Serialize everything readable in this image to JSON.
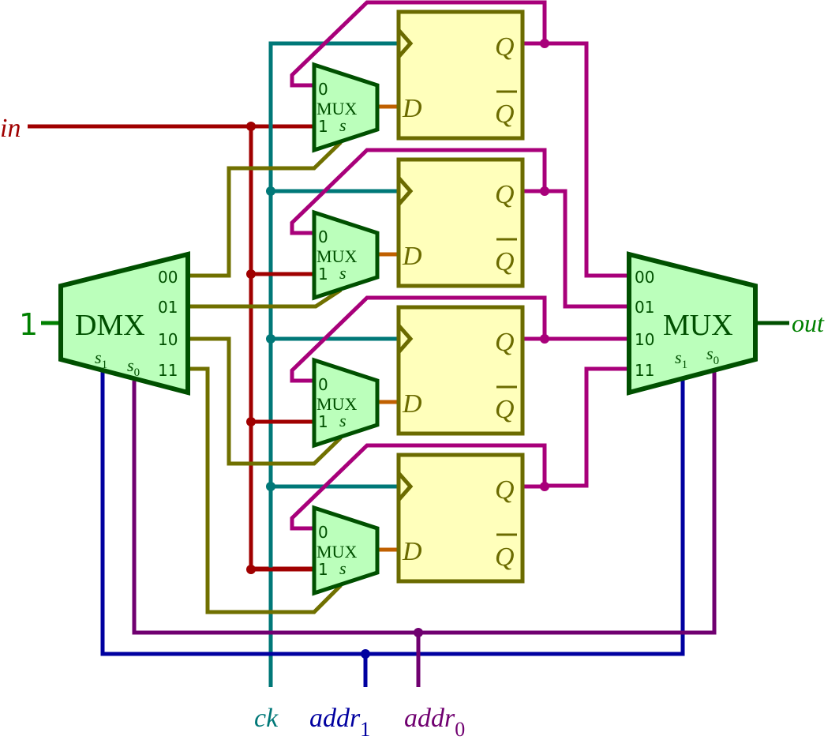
{
  "colors": {
    "in": "#a00000",
    "ck": "#007878",
    "feedback": "#a8007a",
    "select": "#707000",
    "addr1": "#0000a0",
    "addr0": "#700070",
    "mux_to_d": "#c06000",
    "block_stroke": "#005000",
    "block_fill": "#bbffbb",
    "ff_fill": "#ffffbb",
    "ff_stroke": "#6b6b00",
    "const_one": "#008000"
  },
  "inputs": {
    "in": "in",
    "one": "1",
    "ck": "ck",
    "addr1": "addr",
    "addr1_sub": "1",
    "addr0": "addr",
    "addr0_sub": "0"
  },
  "output": {
    "out": "out"
  },
  "demux": {
    "label": "DMX",
    "outputs": [
      "00",
      "01",
      "10",
      "11"
    ],
    "s1": "s",
    "s1_sub": "1",
    "s0": "s",
    "s0_sub": "0"
  },
  "mux": {
    "label": "MUX",
    "inputs": [
      "00",
      "01",
      "10",
      "11"
    ],
    "s1": "s",
    "s1_sub": "1",
    "s0": "s",
    "s0_sub": "0"
  },
  "cells": [
    {
      "mux_label": "MUX",
      "in0": "0",
      "in1": "1",
      "sel": "s",
      "d": "D",
      "q": "Q",
      "qbar": "Q"
    },
    {
      "mux_label": "MUX",
      "in0": "0",
      "in1": "1",
      "sel": "s",
      "d": "D",
      "q": "Q",
      "qbar": "Q"
    },
    {
      "mux_label": "MUX",
      "in0": "0",
      "in1": "1",
      "sel": "s",
      "d": "D",
      "q": "Q",
      "qbar": "Q"
    },
    {
      "mux_label": "MUX",
      "in0": "0",
      "in1": "1",
      "sel": "s",
      "d": "D",
      "q": "Q",
      "qbar": "Q"
    }
  ]
}
